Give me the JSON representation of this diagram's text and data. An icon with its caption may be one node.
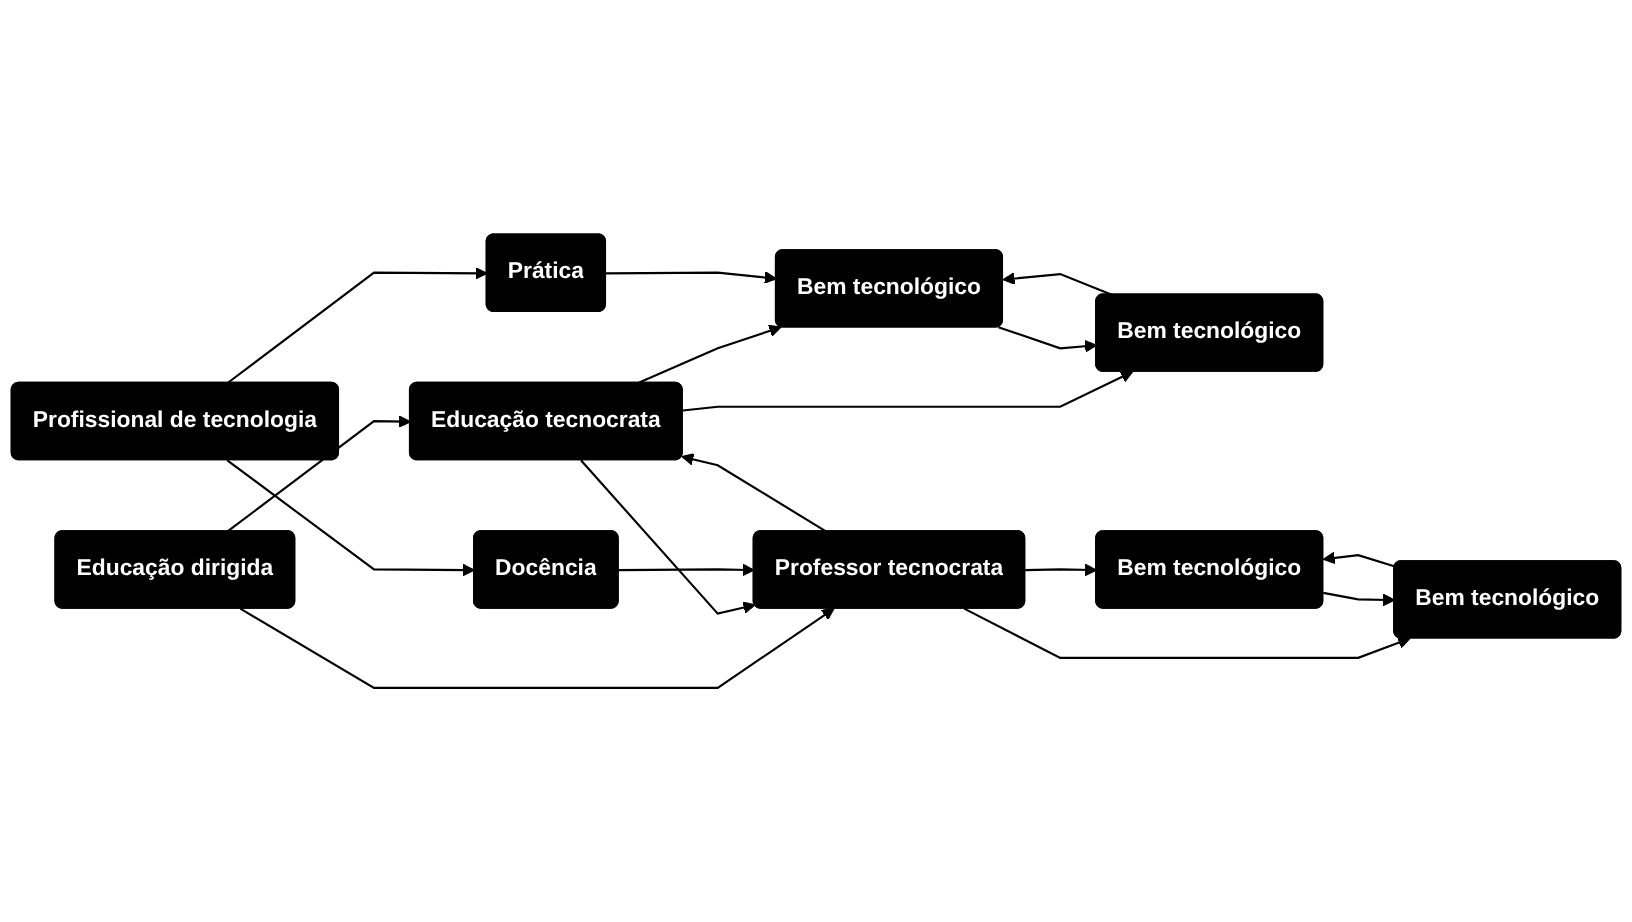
{
  "diagram": {
    "nodes": [
      {
        "text": [
          "Educação dirigida"
        ]
      },
      {
        "text": [
          "Educação tecnocrata"
        ]
      },
      {
        "text": [
          "Bem tecnológico"
        ]
      },
      {
        "text": [
          "Bem tecnológico"
        ]
      },
      {
        "text": [
          "Professor tecnocrata"
        ]
      },
      {
        "text": [
          "Bem tecnológico"
        ]
      },
      {
        "text": [
          "Bem tecnológico"
        ]
      },
      {
        "text": [
          "Prática"
        ]
      },
      {
        "text": [
          "Profissional de tecnologia"
        ]
      },
      {
        "text": [
          "Docência"
        ]
      }
    ],
    "edges": [
      {
        "from": 0,
        "to": 1,
        "arrow": "to"
      },
      {
        "from": 0,
        "to": 4,
        "arrow": "to"
      },
      {
        "from": 1,
        "to": 2,
        "arrow": "to"
      },
      {
        "from": 1,
        "to": 3,
        "arrow": "to"
      },
      {
        "from": 1,
        "to": 4,
        "arrow": "to"
      },
      {
        "from": 4,
        "to": 1,
        "arrow": "to"
      },
      {
        "from": 2,
        "to": 3,
        "arrow": "to"
      },
      {
        "from": 3,
        "to": 2,
        "arrow": "to"
      },
      {
        "from": 4,
        "to": 5,
        "arrow": "to"
      },
      {
        "from": 4,
        "to": 6,
        "arrow": "to"
      },
      {
        "from": 5,
        "to": 6,
        "arrow": "to"
      },
      {
        "from": 6,
        "to": 5,
        "arrow": "to"
      },
      {
        "from": 8,
        "to": 7,
        "arrow": "to"
      },
      {
        "from": 8,
        "to": 9,
        "arrow": "to"
      },
      {
        "from": 7,
        "to": 2,
        "arrow": "to"
      },
      {
        "from": 9,
        "to": 4,
        "arrow": "to"
      }
    ]
  }
}
